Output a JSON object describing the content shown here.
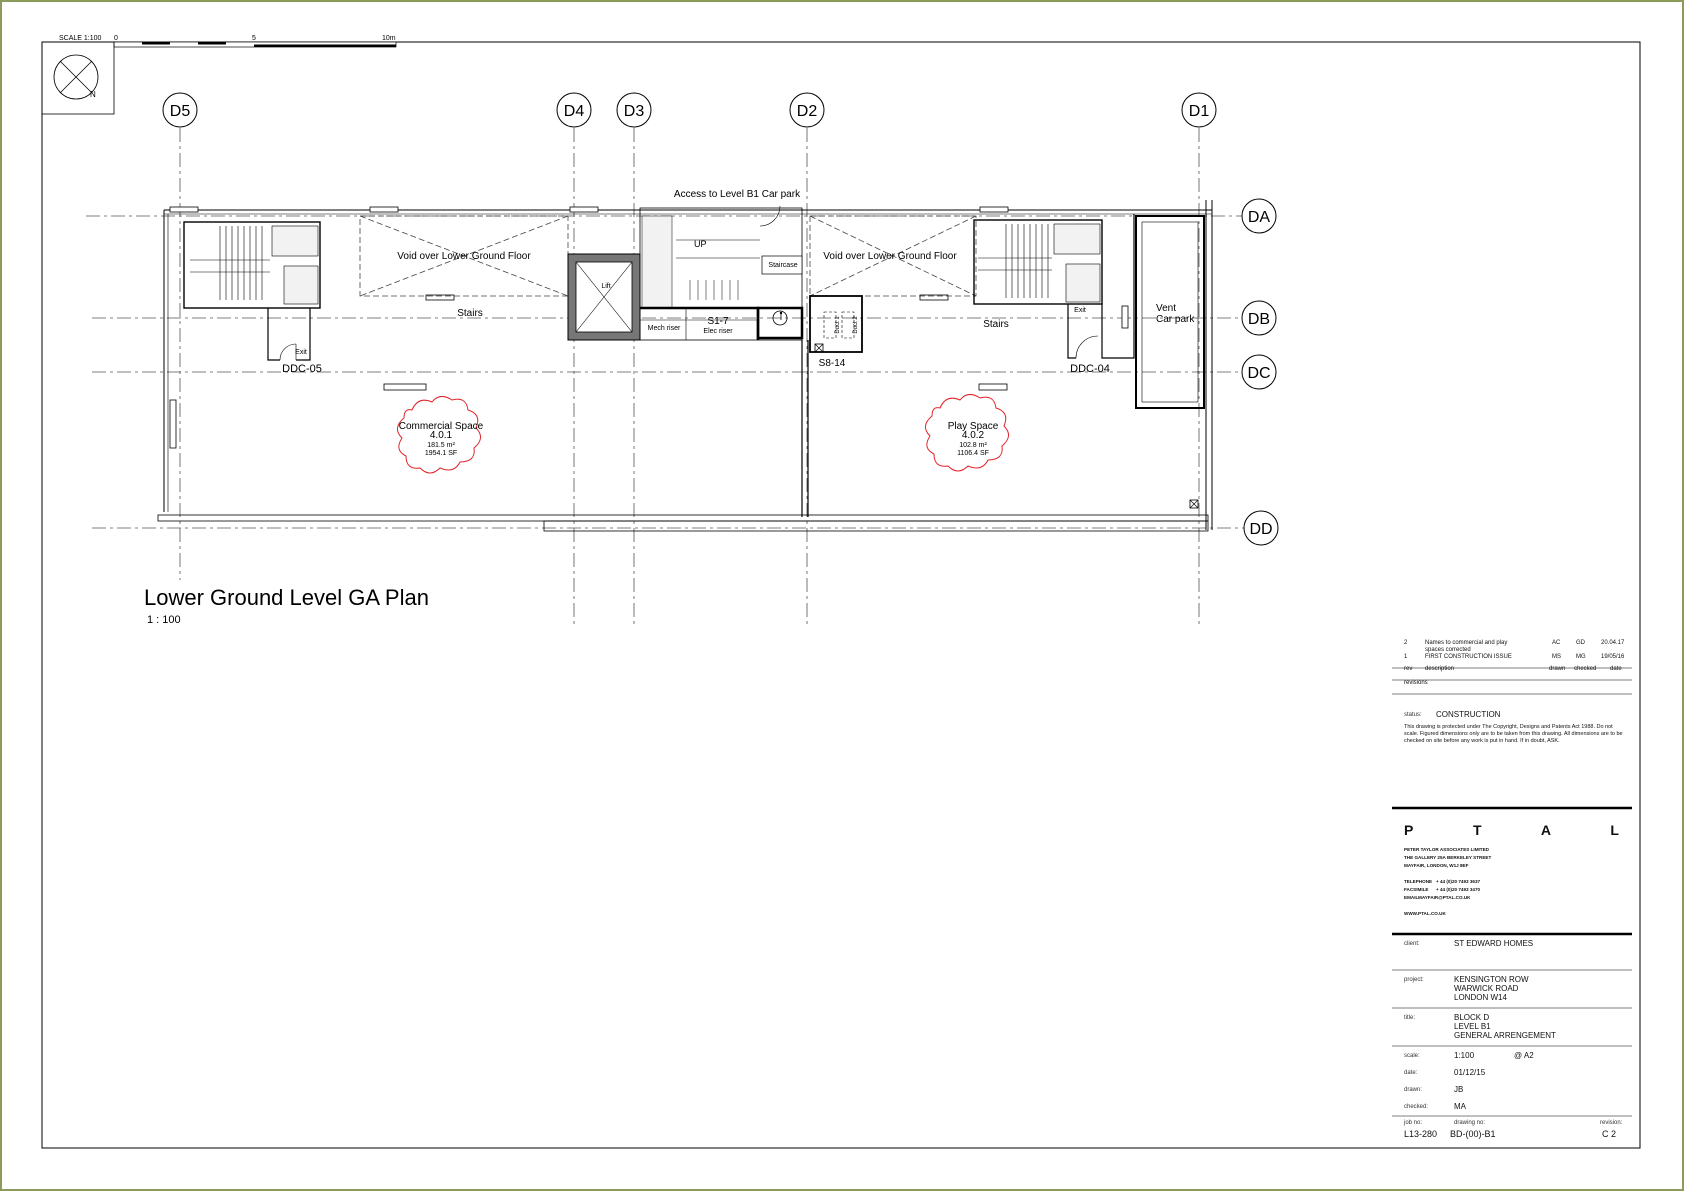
{
  "scale_bar": {
    "label": "SCALE 1:100",
    "ticks": [
      "0",
      "5",
      "10m"
    ]
  },
  "grid": {
    "columns": [
      "D5",
      "D4",
      "D3",
      "D2",
      "D1"
    ],
    "rows": [
      "DA",
      "DB",
      "DC",
      "DD"
    ]
  },
  "plan": {
    "access_label": "Access to Level B1 Car park",
    "void_left": "Void over Lower Ground Floor",
    "void_right": "Void over Lower Ground Floor",
    "lift": "Lift",
    "staircase": "Staircase",
    "up": "UP",
    "stairs_left": "Stairs",
    "stairs_right": "Stairs",
    "exit_left": "Exit",
    "exit_right": "Exit",
    "door_left": "DDC-05",
    "door_right": "DDC-04",
    "mech_riser": "Mech riser",
    "s17": "S1-7",
    "elec_riser": "Elec riser",
    "duct1": "Duct 1",
    "duct2": "Duct 2",
    "s814": "S8-14",
    "vent_line1": "Vent",
    "vent_line2": "Car park",
    "commercial": {
      "name": "Commercial Space",
      "number": "4.0.1",
      "area_m2": "181.5 m²",
      "area_sf": "1954.1 SF"
    },
    "play": {
      "name": "Play Space",
      "number": "4.0.2",
      "area_m2": "102.8 m²",
      "area_sf": "1106.4 SF"
    }
  },
  "view_title": {
    "title": "Lower Ground Level GA Plan",
    "scale": "1 : 100"
  },
  "title_block": {
    "revisions": [
      {
        "rev": "2",
        "description": "Names to commercial and play spaces corrected",
        "drawn": "AC",
        "checked": "GD",
        "date": "20.04.17"
      },
      {
        "rev": "1",
        "description": "FIRST CONSTRUCTION ISSUE",
        "drawn": "MS",
        "checked": "MG",
        "date": "19/05/16"
      }
    ],
    "rev_headers": {
      "rev": "rev",
      "description": "description",
      "drawn": "drawn",
      "checked": "checked",
      "date": "date"
    },
    "revisions_label": "revisions",
    "status_label": "status:",
    "status": "CONSTRUCTION",
    "copyright": "This drawing is protected under The Copyright, Designs and Patents Act 1988. Do not scale. Figured dimensions only are to be taken from this drawing. All dimensions are to be checked on site before any work is put in hand. If in doubt, ASK.",
    "firm": {
      "logo": "P T A L",
      "name": "PETER TAYLOR ASSOCIATES LIMITED",
      "address1": "THE GALLERY 25A BERKELEY STREET",
      "address2": "MAYFAIR, LONDON, W1J 8EF",
      "telephone_label": "TELEPHONE",
      "telephone": "+ 44 (0)20 7493 3637",
      "facsimile_label": "FACSIMILE",
      "facsimile": "+ 44 (0)20 7493 3470",
      "email_label": "EMAIL",
      "email": "MAYFAIR@PTAL.CO.UK",
      "web": "WWW.PTAL.CO.UK"
    },
    "client_label": "client:",
    "client": "ST EDWARD HOMES",
    "project_label": "project:",
    "project": [
      "KENSINGTON ROW",
      "WARWICK ROAD",
      "LONDON W14"
    ],
    "title_label": "title:",
    "title": [
      "BLOCK D",
      "LEVEL B1",
      "GENERAL ARRENGEMENT"
    ],
    "scale_label": "scale:",
    "scale": "1:100",
    "paper": "@ A2",
    "date_label": "date:",
    "date": "01/12/15",
    "drawn_label": "drawn:",
    "drawn": "JB",
    "checked_label": "checked:",
    "checked": "MA",
    "job_label": "job no:",
    "job": "L13-280",
    "drawing_label": "drawing no:",
    "drawing": "BD-(00)-B1",
    "revision_label": "revision:",
    "revision": "C 2"
  }
}
